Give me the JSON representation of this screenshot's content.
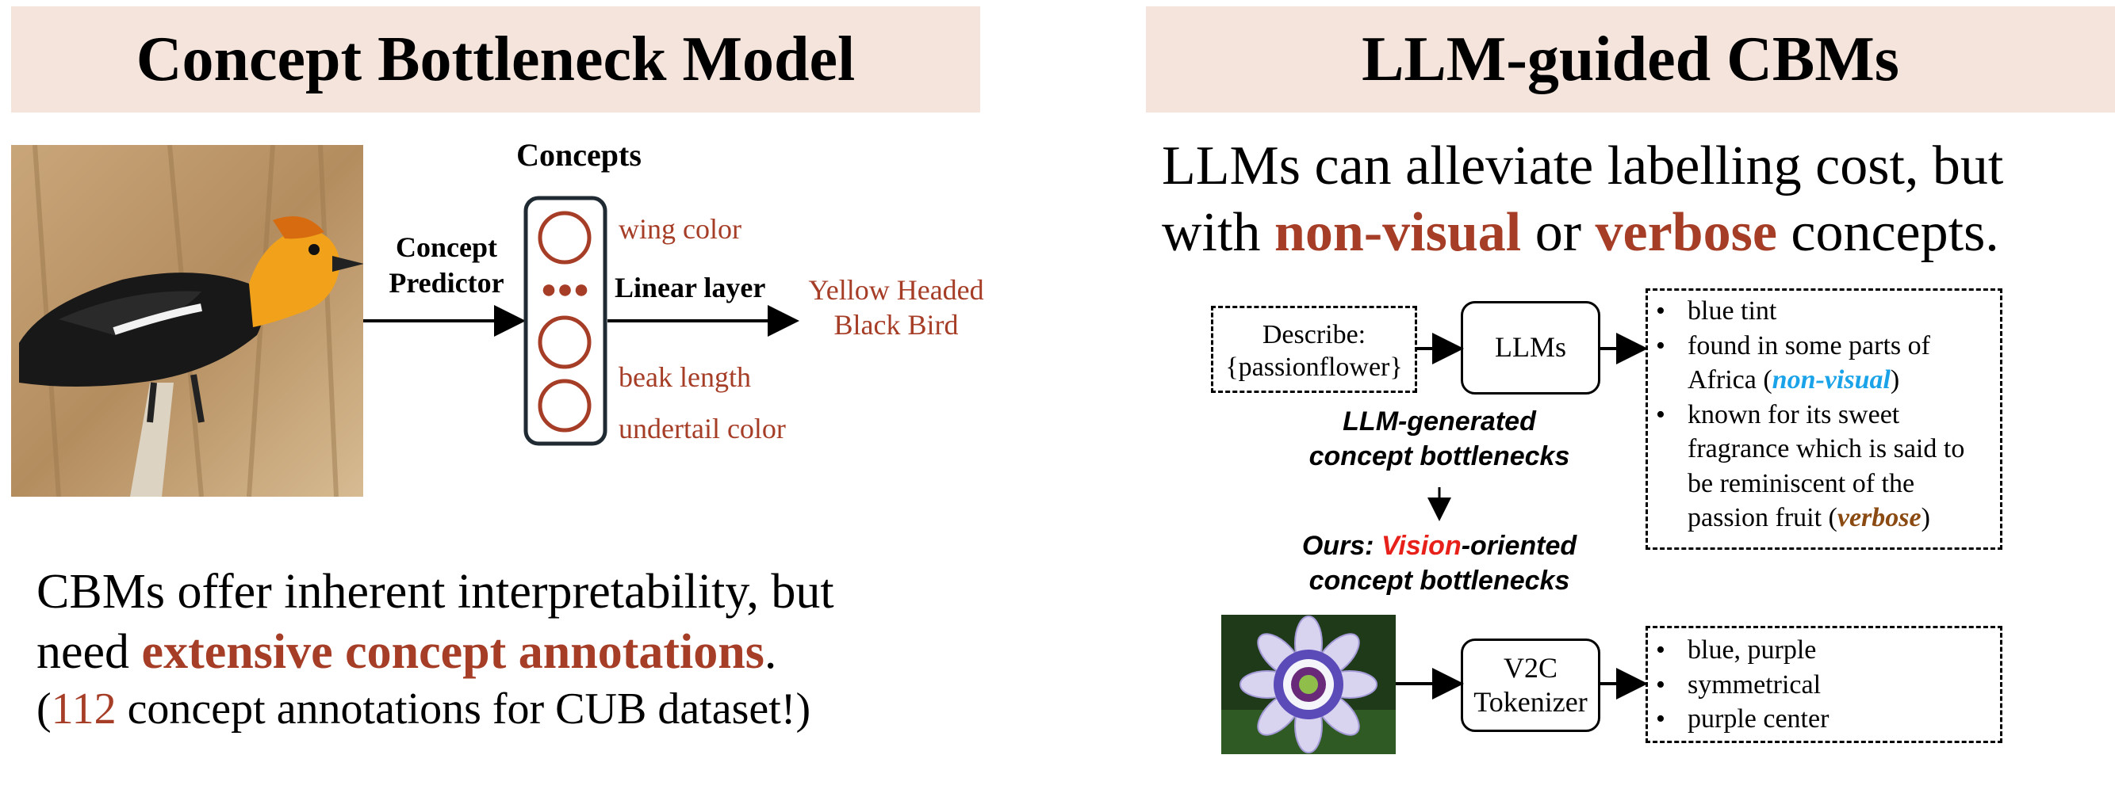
{
  "left": {
    "banner": "Concept Bottleneck Model",
    "concepts_title": "Concepts",
    "predictor_label": [
      "Concept",
      "Predictor"
    ],
    "linear_label": "Linear layer",
    "concept_items": [
      "wing color",
      "beak length",
      "undertail color"
    ],
    "dots": "●●●",
    "output_label": [
      "Yellow Headed",
      "Black Bird"
    ],
    "summary_line1": "CBMs offer inherent interpretability, but",
    "summary_line2_pre": "need ",
    "summary_line2_em": "extensive concept annotations",
    "summary_line2_post": ".",
    "summary_line3_open": "(",
    "summary_line3_num": "112",
    "summary_line3_rest": " concept annotations for CUB dataset!)"
  },
  "right": {
    "banner": "LLM-guided CBMs",
    "headline1": "LLMs can alleviate labelling cost, but",
    "headline2_pre": "with ",
    "headline2_em1": "non-visual",
    "headline2_mid": " or ",
    "headline2_em2": "verbose",
    "headline2_post": " concepts.",
    "prompt_line1": "Describe:",
    "prompt_line2": "{passionflower}",
    "llm_box": "LLMs",
    "llm_out_1": "blue tint",
    "llm_out_2_pre": "found in some parts of Africa (",
    "llm_out_2_em": "non-visual",
    "llm_out_2_post": ")",
    "llm_out_3_pre": "known for its sweet fragrance which is said to be reminiscent of the passion fruit (",
    "llm_out_3_em": "verbose",
    "llm_out_3_post": ")",
    "generated_label1": "LLM-generated",
    "generated_label2": "concept bottlenecks",
    "ours_pre": "Ours: ",
    "ours_em": "Vision",
    "ours_post": "-oriented",
    "ours_label2": "concept bottlenecks",
    "v2c_box_line1": "V2C",
    "v2c_box_line2": "Tokenizer",
    "v2c_out": [
      "blue, purple",
      "symmetrical",
      "purple center"
    ]
  },
  "colors": {
    "accent_red": "#a63d27",
    "banner_bg": "#f4e4dc",
    "nonvisual_blue": "#1aa3e8",
    "verbose_brown": "#8a4a12",
    "vision_red": "#e8201a"
  }
}
